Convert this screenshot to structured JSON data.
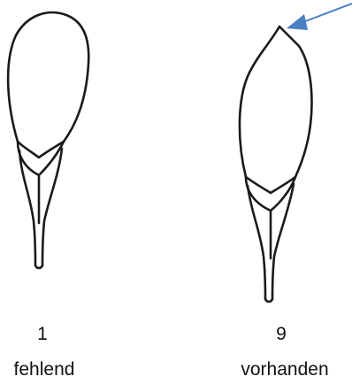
{
  "figure": {
    "left_item": {
      "number": "1",
      "label": "fehlend"
    },
    "right_item": {
      "number": "9",
      "label": "vorhanden"
    },
    "colors": {
      "outline": "#1a1a1a",
      "arrow": "#4a7fc1",
      "background": "#ffffff"
    },
    "icons": {
      "left": "bud-without-tip-icon",
      "right": "bud-with-tip-icon",
      "pointer": "arrow-icon"
    }
  }
}
